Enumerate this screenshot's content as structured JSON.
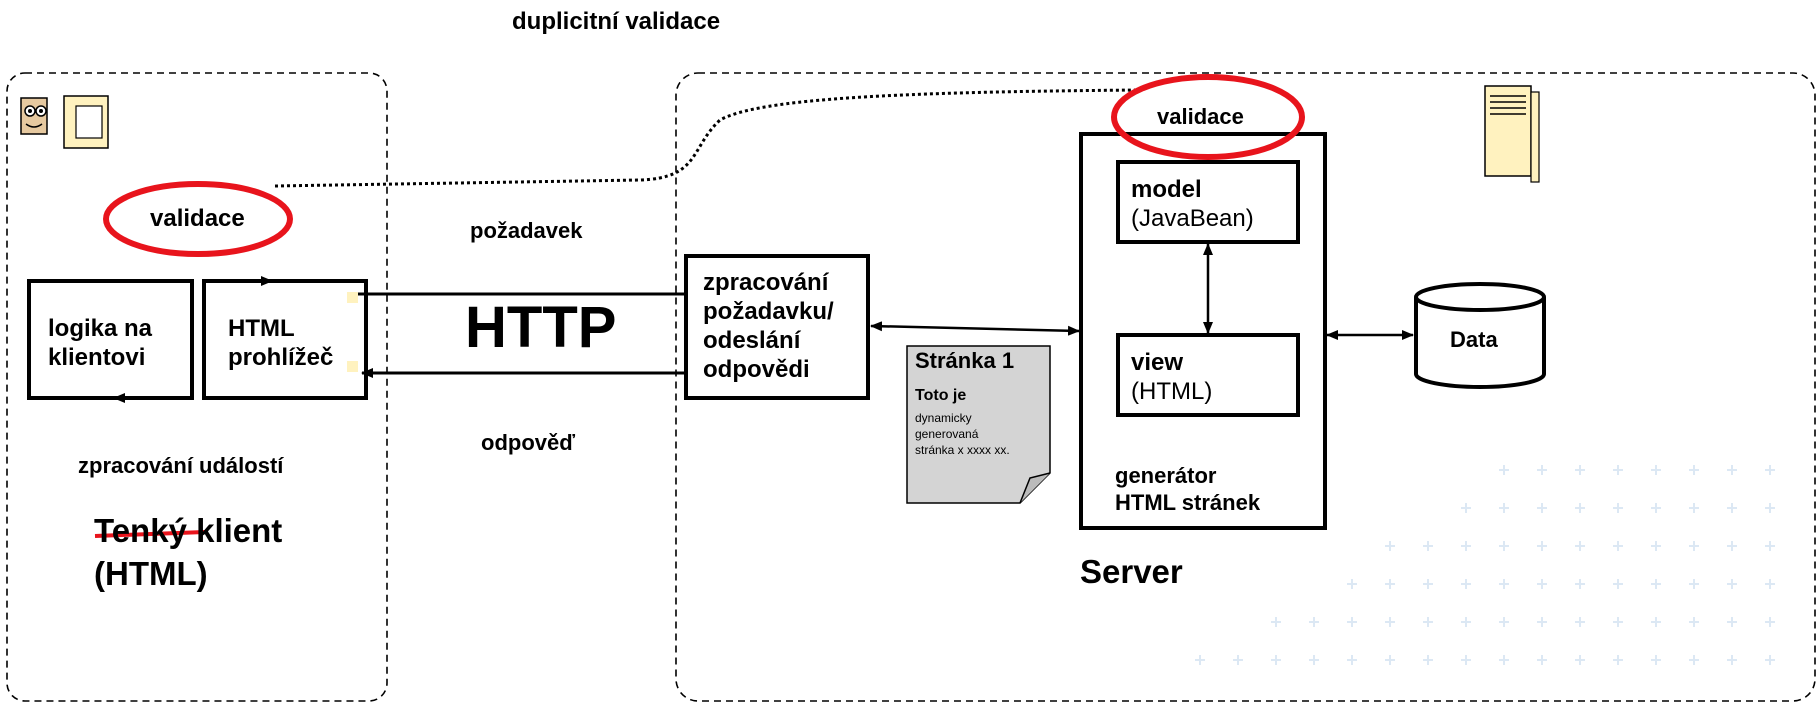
{
  "title": "duplicitní validace",
  "client": {
    "validation_label": "validace",
    "logic_box": [
      "logika na",
      "klientovi"
    ],
    "browser_box": [
      "HTML",
      "prohlížeč"
    ],
    "events_label": "zpracování událostí",
    "client_type_struck": "Tenký",
    "client_type_rest": "klient",
    "client_type_line2": "(HTML)"
  },
  "network": {
    "request_label": "požadavek",
    "protocol_label": "HTTP",
    "response_label": "odpověď"
  },
  "server": {
    "validation_label": "validace",
    "processing_box": [
      "zpracování",
      "požadavku/",
      "odeslání",
      "odpovědi"
    ],
    "page": {
      "title": "Stránka 1",
      "subtitle": "Toto je",
      "body": [
        "dynamicky",
        "generovaná",
        "stránka x xxxx xx."
      ]
    },
    "model_box": {
      "title": "model",
      "subtitle": "(JavaBean)"
    },
    "view_box": {
      "title": "view",
      "subtitle": "(HTML)"
    },
    "generator_label": [
      "generátor",
      "HTML stránek"
    ],
    "data_label": "Data",
    "server_label": "Server"
  },
  "colors": {
    "highlight": "#e8141c",
    "icon_fill": "#fff2bf",
    "page_fill": "#d4d4d4",
    "plus_marks": "#dce8f4"
  },
  "icons": [
    "client-person-icon",
    "server-tower-icon"
  ]
}
